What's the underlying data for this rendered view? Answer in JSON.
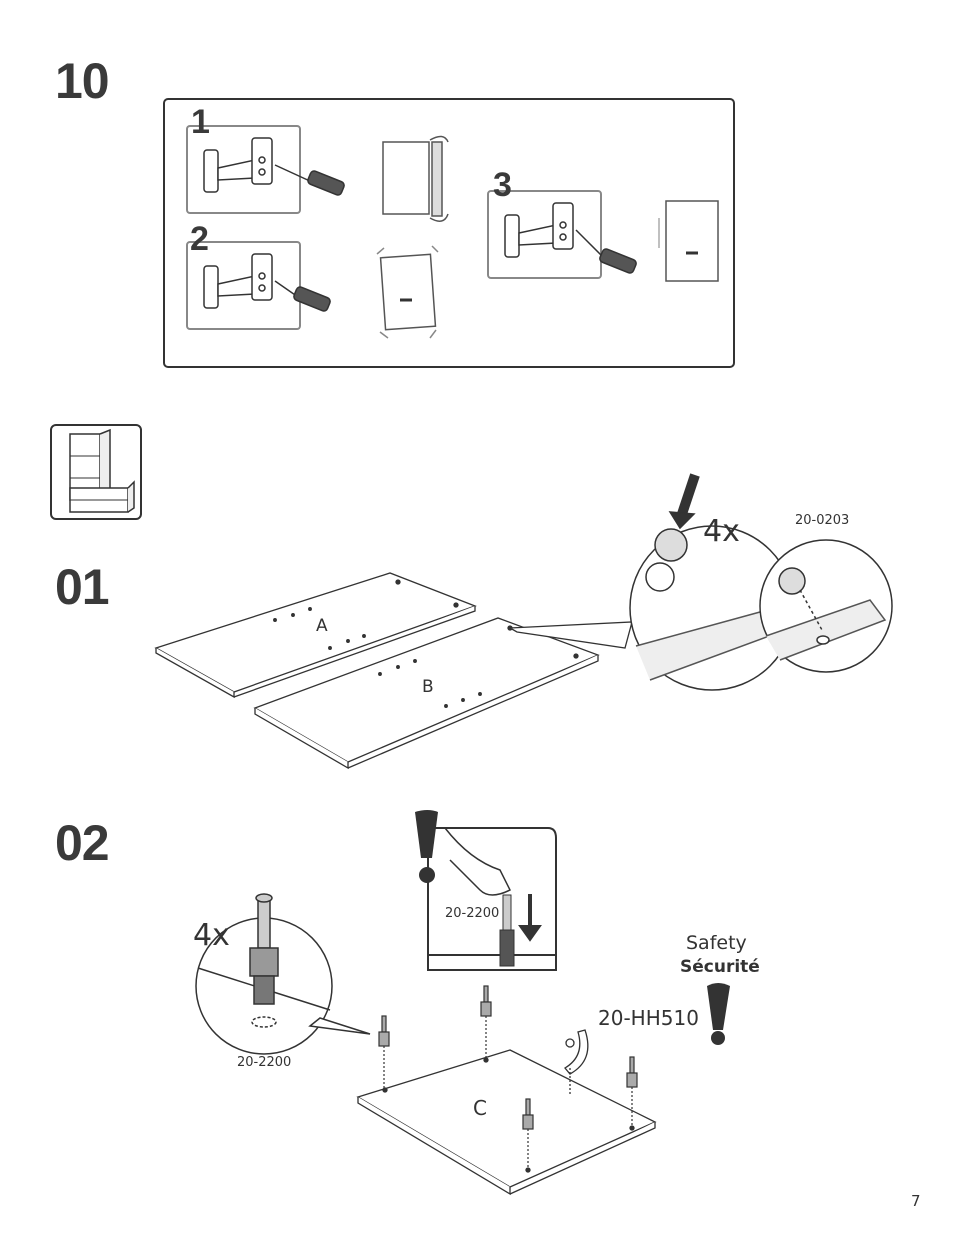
{
  "step10": {
    "number": "10",
    "substeps": [
      "1",
      "2",
      "3"
    ]
  },
  "step01": {
    "number": "01",
    "panel_a": "A",
    "panel_b": "B",
    "qty": "4x",
    "part_code": "20-0203"
  },
  "step02": {
    "number": "02",
    "qty": "4x",
    "part_code_leg": "20-2200",
    "part_code_detail": "20-2200",
    "panel_c": "C",
    "safety_en": "Safety",
    "safety_fr": "Sécurité",
    "anchor_code": "20-HH510"
  },
  "page_number": "7"
}
